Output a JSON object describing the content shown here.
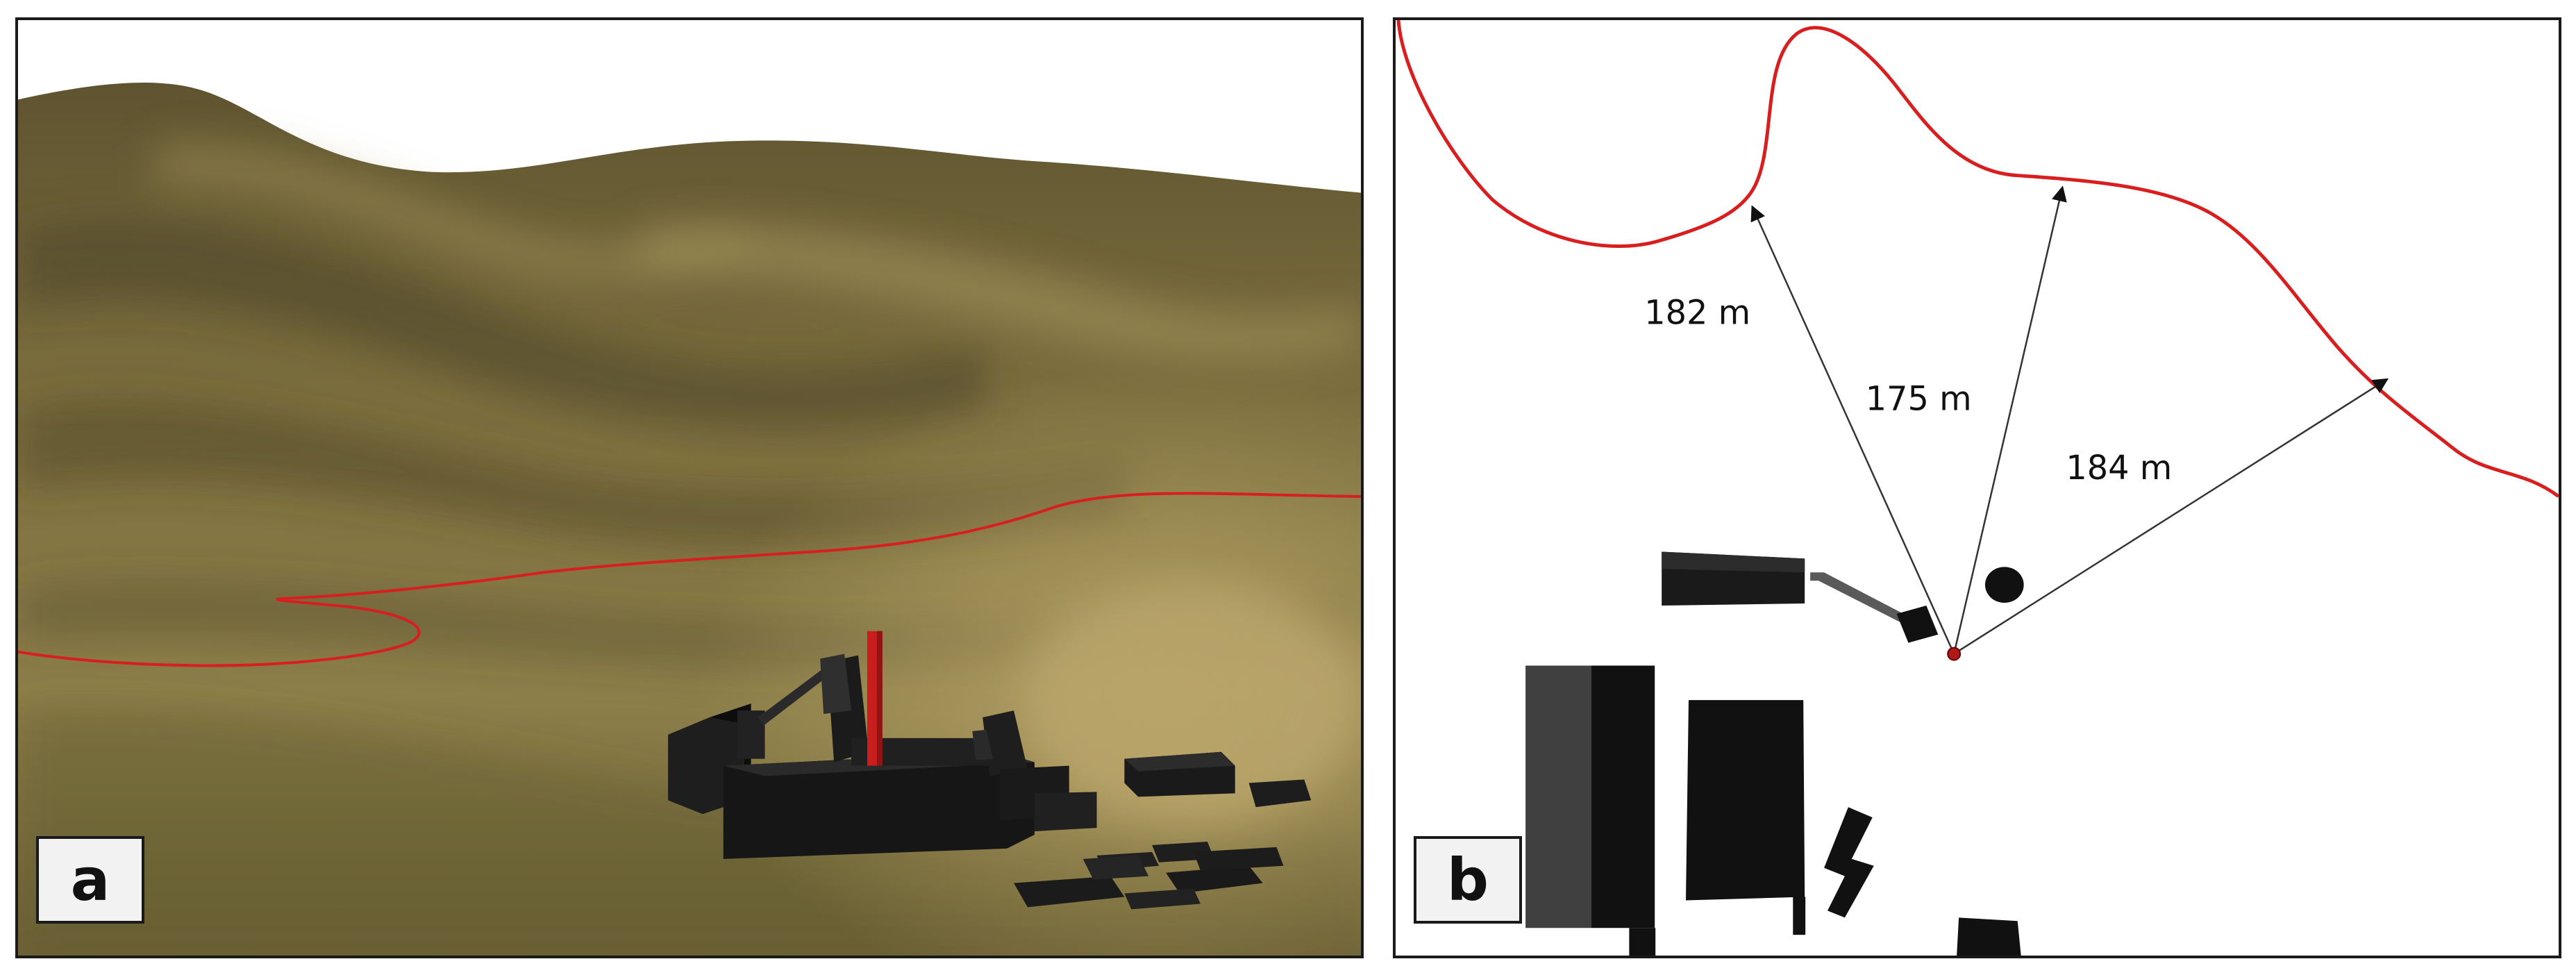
{
  "panels": {
    "a": {
      "label": "a"
    },
    "b": {
      "label": "b",
      "distances": [
        {
          "value": "182 m"
        },
        {
          "value": "175 m"
        },
        {
          "value": "184 m"
        }
      ]
    }
  },
  "colors": {
    "terrain": "#8b7d48",
    "contour_line": "#d81e1e",
    "buildings": "#161616",
    "chimney": "#c81e1e",
    "measurement_arrow": "#333333"
  }
}
